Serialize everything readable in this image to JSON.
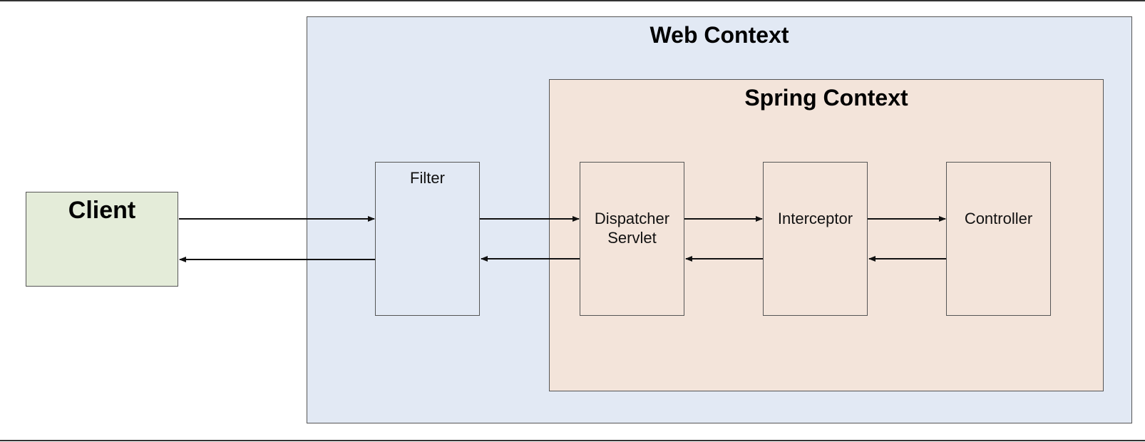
{
  "diagram": {
    "web_context": {
      "title": "Web Context",
      "fill": "#e2e9f4"
    },
    "spring_context": {
      "title": "Spring Context",
      "fill": "#f3e4da"
    },
    "client": {
      "label": "Client",
      "fill": "#e4ecd9"
    },
    "components": {
      "filter": {
        "label": "Filter"
      },
      "dispatcher": {
        "line1": "Dispatcher",
        "line2": "Servlet"
      },
      "interceptor": {
        "label": "Interceptor"
      },
      "controller": {
        "label": "Controller"
      }
    },
    "flows": [
      {
        "from": "client",
        "to": "filter",
        "direction": "request"
      },
      {
        "from": "filter",
        "to": "dispatcher-servlet",
        "direction": "request"
      },
      {
        "from": "dispatcher-servlet",
        "to": "interceptor",
        "direction": "request"
      },
      {
        "from": "interceptor",
        "to": "controller",
        "direction": "request"
      },
      {
        "from": "controller",
        "to": "interceptor",
        "direction": "response"
      },
      {
        "from": "interceptor",
        "to": "dispatcher-servlet",
        "direction": "response"
      },
      {
        "from": "dispatcher-servlet",
        "to": "filter",
        "direction": "response"
      },
      {
        "from": "filter",
        "to": "client",
        "direction": "response"
      }
    ],
    "line_color": "#111111"
  }
}
